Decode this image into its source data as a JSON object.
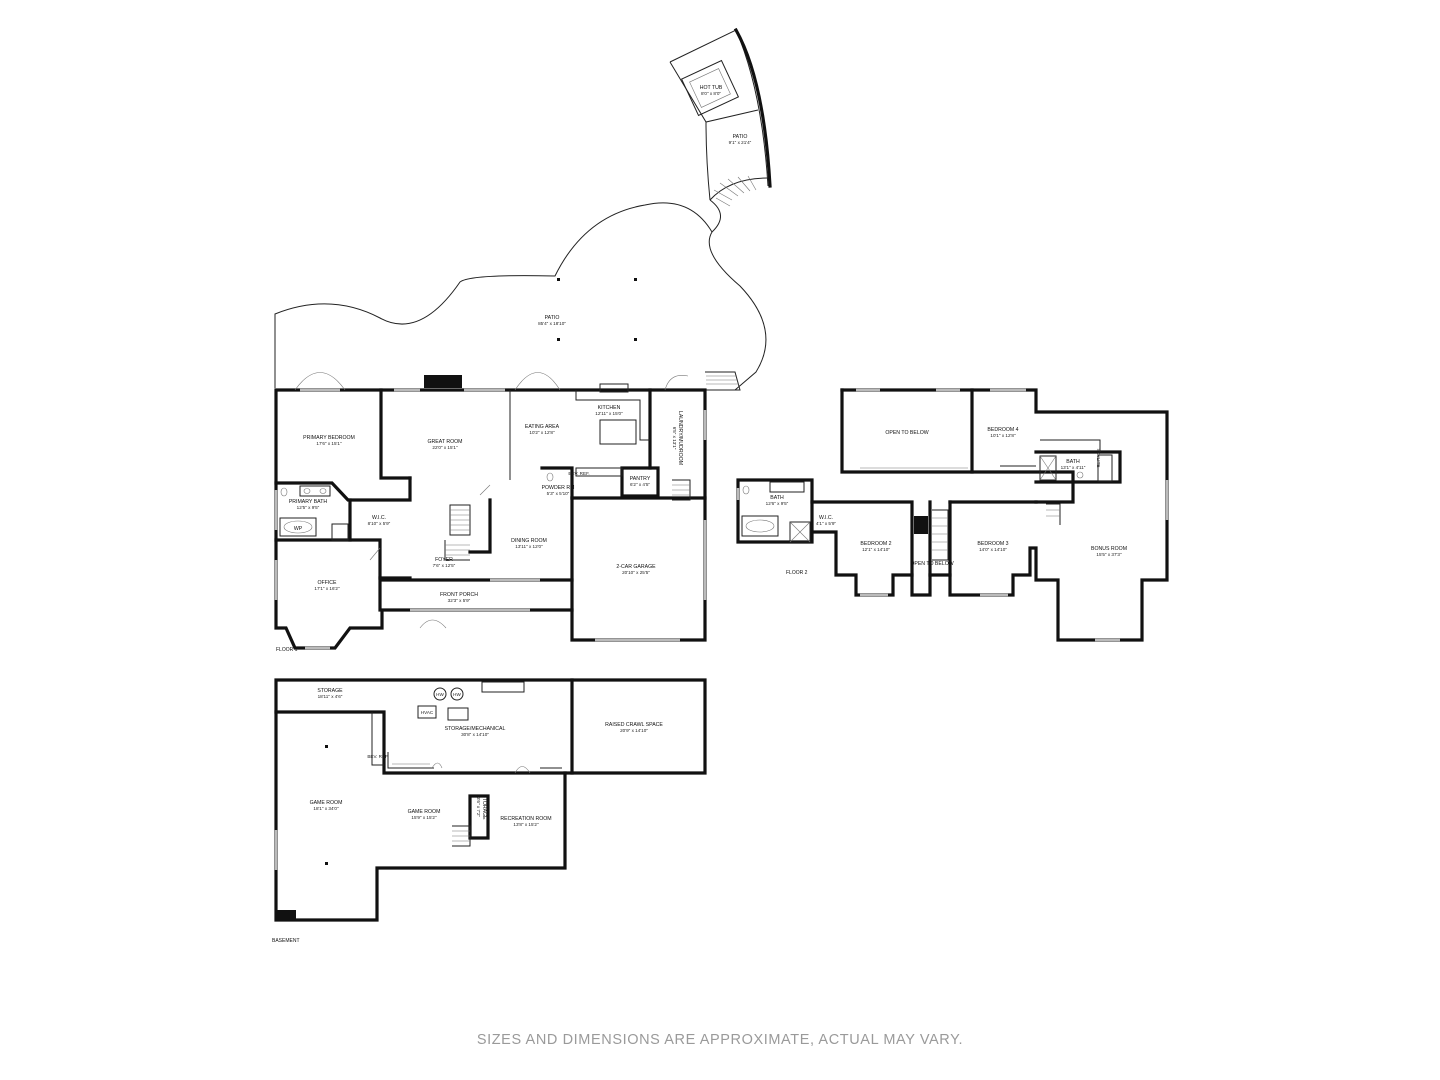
{
  "floors": {
    "floor1": "FLOOR 1",
    "floor2": "FLOOR 2",
    "basement": "BASEMENT"
  },
  "rooms": {
    "hot_tub": {
      "name": "HOT TUB",
      "dim": "8'0\" x 8'0\""
    },
    "patio_upper": {
      "name": "PATIO",
      "dim": "9'1\" x 21'4\""
    },
    "patio_main": {
      "name": "PATIO",
      "dim": "85'4\" x 18'10\""
    },
    "primary_bedroom": {
      "name": "PRIMARY BEDROOM",
      "dim": "17'6\" x 15'1\""
    },
    "great_room": {
      "name": "GREAT ROOM",
      "dim": "22'0\" x 15'1\""
    },
    "eating_area": {
      "name": "EATING AREA",
      "dim": "10'2\" x 12'8\""
    },
    "kitchen": {
      "name": "KITCHEN",
      "dim": "12'11\" x 15'0\""
    },
    "laundry": {
      "name": "LAUNDRY/MUDROOM",
      "dim": "6'5\" x 13'1\""
    },
    "primary_bath": {
      "name": "PRIMARY BATH",
      "dim": "12'5\" x 9'5\""
    },
    "wic1": {
      "name": "W.I.C.",
      "dim": "8'10\" x 5'9\""
    },
    "wp": "WP",
    "bev_ref1": "BEV. REF.",
    "powder_rm": {
      "name": "POWDER RM",
      "dim": "5'3\" x 5'10\""
    },
    "pantry": {
      "name": "PANTRY",
      "dim": "6'2\" x 4'5\""
    },
    "dining_room": {
      "name": "DINING ROOM",
      "dim": "13'11\" x 12'0\""
    },
    "garage": {
      "name": "2-CAR GARAGE",
      "dim": "20'10\" x 25'5\""
    },
    "foyer": {
      "name": "FOYER",
      "dim": "7'6\" x 12'5\""
    },
    "office": {
      "name": "OFFICE",
      "dim": "17'1\" x 16'2\""
    },
    "front_porch": {
      "name": "FRONT PORCH",
      "dim": "32'3\" x 5'9\""
    },
    "open_below1": "OPEN TO BELOW",
    "bedroom4": {
      "name": "BEDROOM 4",
      "dim": "10'1\" x 12'8\""
    },
    "bath_f2_right": {
      "name": "BATH",
      "dim": "13'1\" x 4'11\""
    },
    "skylite": "SKYLITE",
    "bath_f2_left": {
      "name": "BATH",
      "dim": "12'6\" x 9'5\""
    },
    "wic2": {
      "name": "W.I.C.",
      "dim": "4'1\" x 5'9\""
    },
    "bedroom2": {
      "name": "BEDROOM 2",
      "dim": "12'1\" x 14'10\""
    },
    "open_below2": "OPEN TO BELOW",
    "bedroom3": {
      "name": "BEDROOM 3",
      "dim": "14'0\" x 14'10\""
    },
    "bonus_room": {
      "name": "BONUS ROOM",
      "dim": "15'5\" x 37'3\""
    },
    "storage_top": {
      "name": "STORAGE",
      "dim": "18'11\" x 4'6\""
    },
    "hw1": "HW",
    "hw2": "HW",
    "hvac": "HVAC",
    "storage_mech": {
      "name": "STORAGE/MECHANICAL",
      "dim": "30'8\" x 14'10\""
    },
    "crawl_space": {
      "name": "RAISED CRAWL SPACE",
      "dim": "20'9\" x 14'10\""
    },
    "bev_ref2": "BEV. REF.",
    "game_room_big": {
      "name": "GAME ROOM",
      "dim": "18'1\" x 34'0\""
    },
    "game_room_small": {
      "name": "GAME ROOM",
      "dim": "15'9\" x 15'2\""
    },
    "storage_small": {
      "name": "STORAGE",
      "dim": "3'6\" x 7'2\""
    },
    "recreation_room": {
      "name": "RECREATION ROOM",
      "dim": "13'8\" x 15'2\""
    }
  },
  "disclaimer": "SIZES AND DIMENSIONS ARE APPROXIMATE, ACTUAL MAY VARY."
}
